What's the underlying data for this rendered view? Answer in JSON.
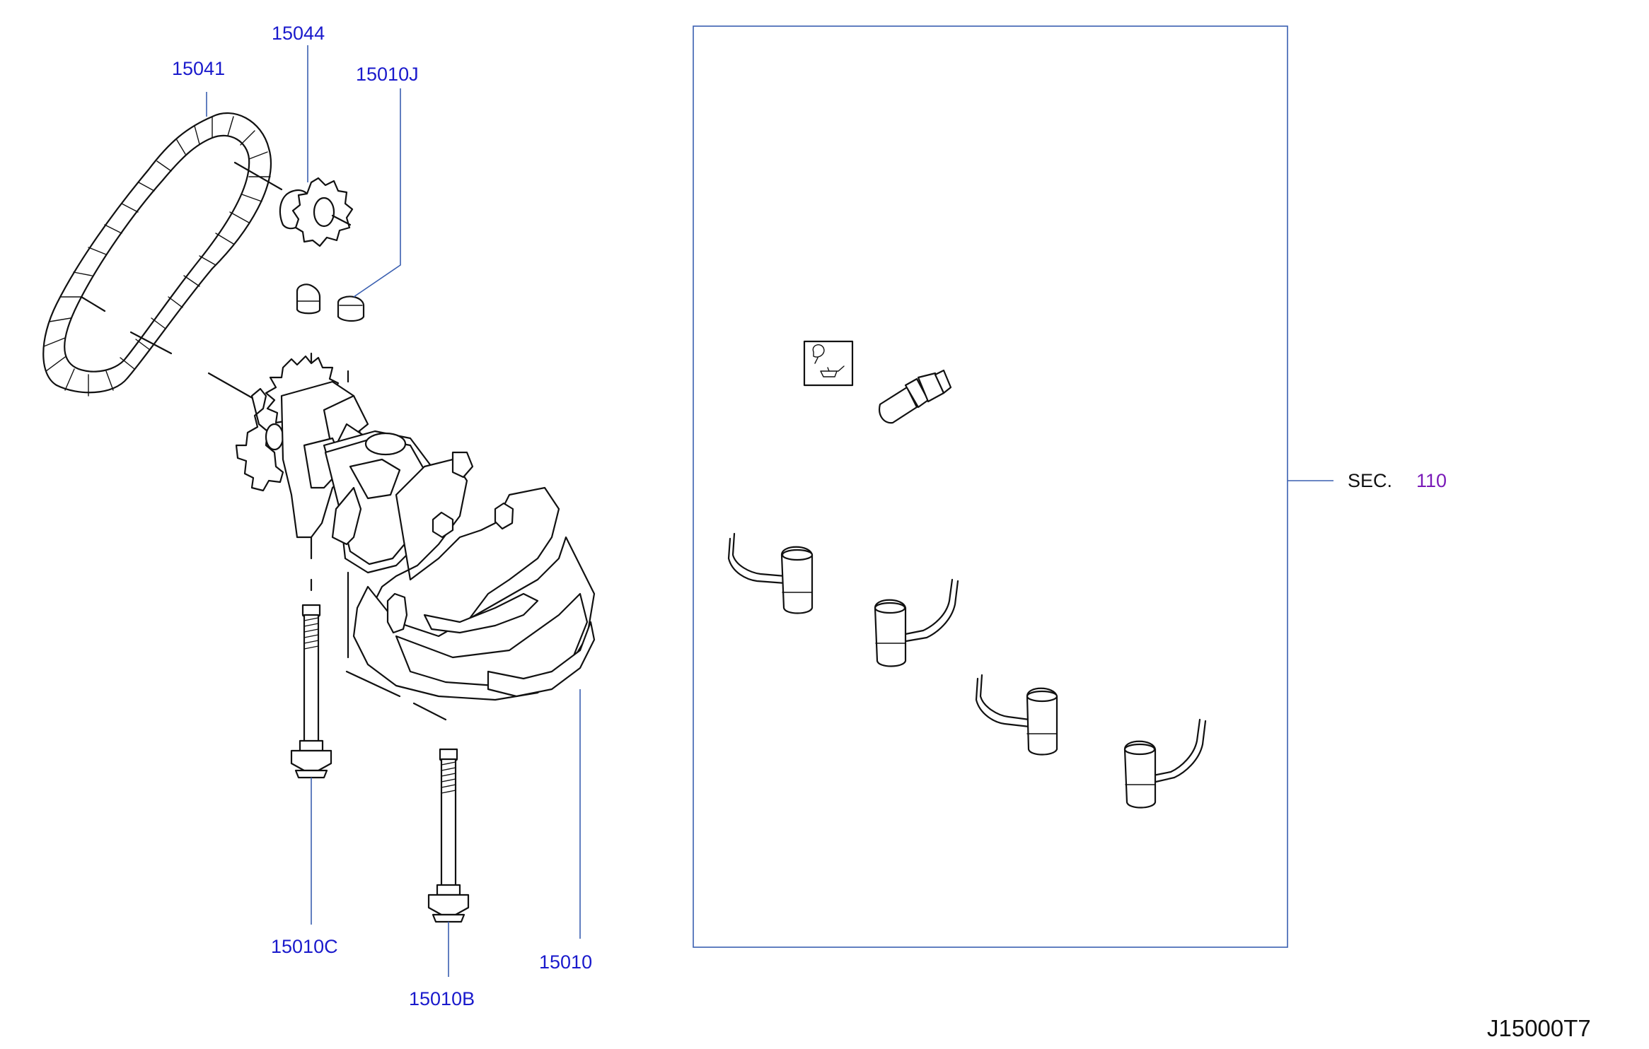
{
  "callouts": {
    "p15041": "15041",
    "p15044": "15044",
    "p15010J": "15010J",
    "p15010C": "15010C",
    "p15010B": "15010B",
    "p15010": "15010"
  },
  "section_ref": {
    "prefix": "SEC.",
    "number": "110"
  },
  "diagram_code": "J15000T7",
  "colors": {
    "callout": "#1a1acc",
    "leader": "#3a5fb0",
    "section_link": "#7a1ab8",
    "ink": "#111111"
  }
}
